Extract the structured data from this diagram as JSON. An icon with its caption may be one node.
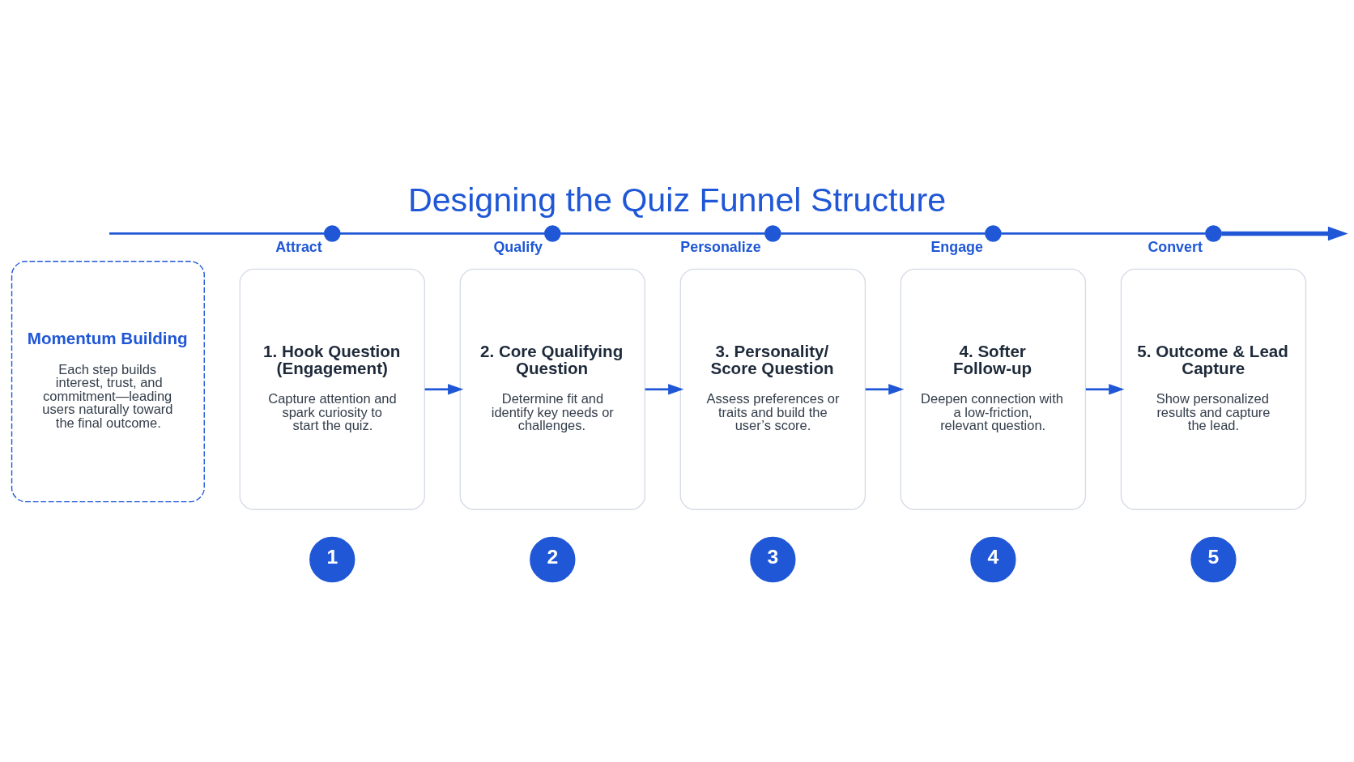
{
  "diagram": {
    "title": "Designing the Quiz Funnel Structure",
    "nodes": [
      {
        "text": [
          "1"
        ]
      },
      {
        "text": [
          "2"
        ]
      },
      {
        "text": [
          "3"
        ]
      },
      {
        "text": [
          "4"
        ]
      },
      {
        "text": [
          "5"
        ]
      },
      {
        "text": [
          "1. Hook Question (Engagement)",
          "Capture attention and spark curiosity to start the quiz."
        ]
      },
      {
        "text": [
          "2. Core Qualifying Question",
          "Determine fit and identify key needs or challenges."
        ]
      },
      {
        "text": [
          "3. Personality/ Score Question",
          "Assess preferences or traits and build the user’s score."
        ]
      },
      {
        "text": [
          "4. Softer Follow-up",
          "Deepen connection with a low-friction, relevant question."
        ]
      },
      {
        "text": [
          "5. Outcome & Lead Capture",
          "Show personalized results and capture the lead."
        ]
      },
      {
        "text": [
          "Momentum Building",
          "Each step builds interest, trust, and commitment—leading users naturally toward the final outcome."
        ]
      },
      {
        "text": [],
        "shape": "circle",
        "beside": [
          "Attract"
        ]
      },
      {
        "text": [],
        "shape": "circle",
        "beside": [
          "Qualify"
        ]
      },
      {
        "text": [],
        "shape": "circle",
        "beside": [
          "Personalize"
        ]
      },
      {
        "text": [],
        "shape": "circle",
        "beside": [
          "Engage"
        ]
      },
      {
        "text": [],
        "shape": "circle",
        "beside": [
          "Convert"
        ]
      }
    ],
    "edges": [
      {
        "from": 5,
        "to": 6,
        "arrow": "to"
      },
      {
        "from": 6,
        "to": 7,
        "arrow": "to"
      },
      {
        "from": 7,
        "to": 8,
        "arrow": "to"
      },
      {
        "from": 8,
        "to": 9,
        "arrow": "to"
      },
      {
        "from": null,
        "to": 11,
        "arrow": "none"
      },
      {
        "from": 11,
        "to": 12,
        "arrow": "none"
      },
      {
        "from": 12,
        "to": 13,
        "arrow": "none"
      },
      {
        "from": 13,
        "to": 14,
        "arrow": "none"
      },
      {
        "from": 14,
        "to": 15,
        "arrow": "none"
      },
      {
        "from": 15,
        "to": null,
        "arrow": "to",
        "style": "thick"
      }
    ]
  }
}
